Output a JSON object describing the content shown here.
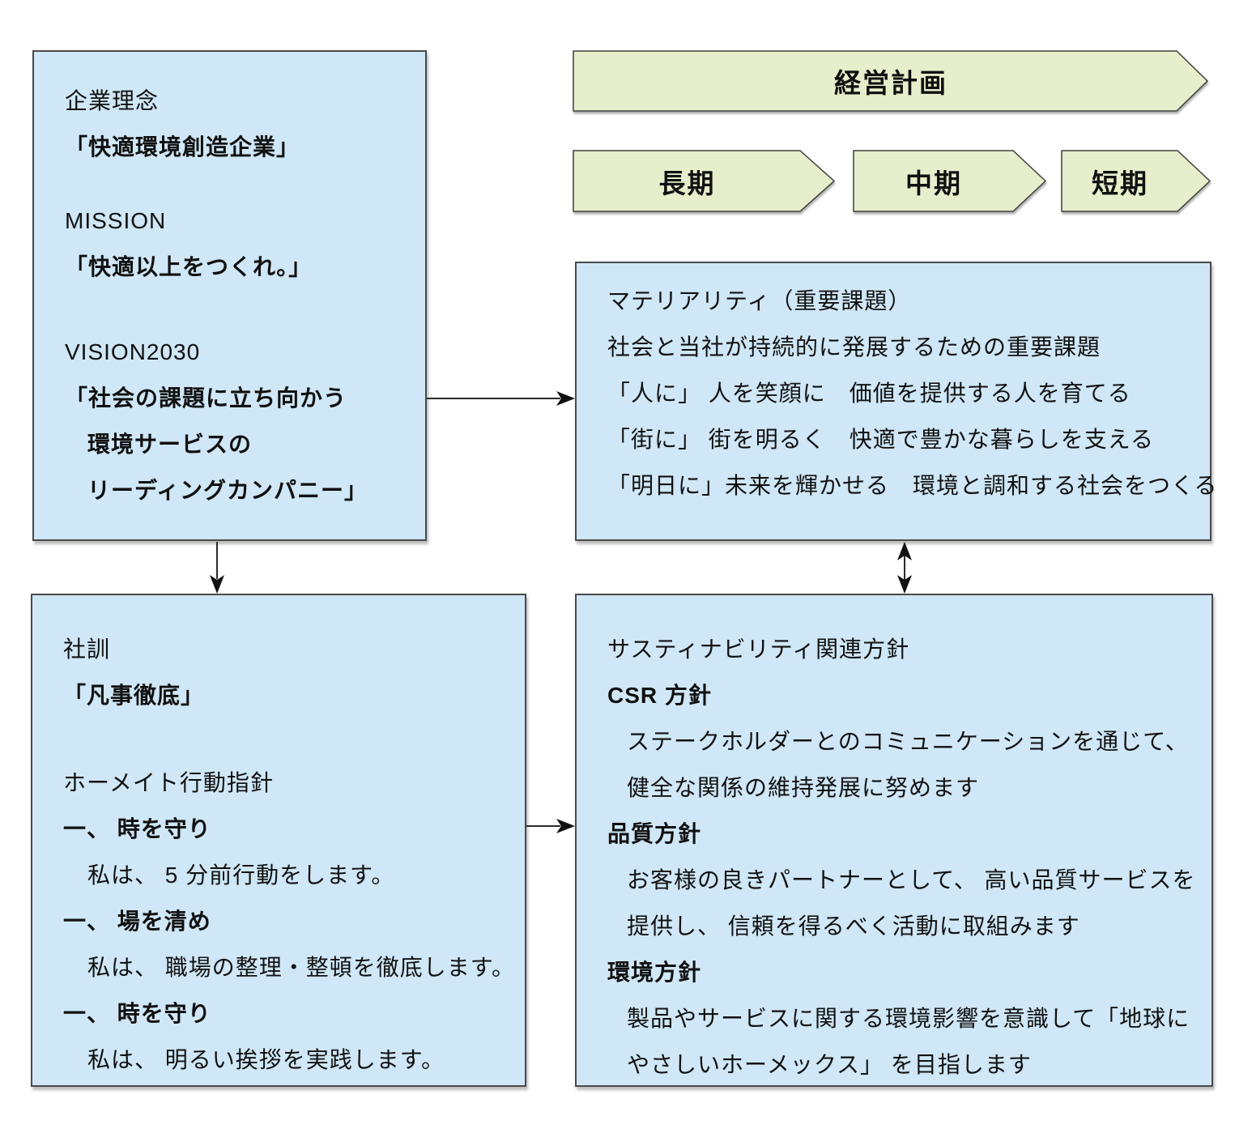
{
  "colors": {
    "box_fill": "#cfe7f6",
    "box_border": "#4a4a4a",
    "chevron_fill": "#e7eecb",
    "chevron_border": "#404040",
    "connector": "#2b2b2b"
  },
  "banner": {
    "label": "経営計画"
  },
  "phases": [
    {
      "label": "長期"
    },
    {
      "label": "中期"
    },
    {
      "label": "短期"
    }
  ],
  "philosophy": {
    "corporate_title": "企業理念",
    "corporate_motto": "「快適環境創造企業」",
    "mission_title": "MISSION",
    "mission_motto": "「快適以上をつくれ。」",
    "vision_title": "VISION2030",
    "vision_line1": "「社会の課題に立ち向かう",
    "vision_line2": "環境サービスの",
    "vision_line3": "リーディングカンパニー」"
  },
  "materiality": {
    "title": "マテリアリティ（重要課題）",
    "subtitle": "社会と当社が持続的に発展するための重要課題",
    "item1": "「人に」 人を笑顔に　価値を提供する人を育てる",
    "item2": "「街に」 街を明るく　快適で豊かな暮らしを支える",
    "item3": "「明日に」未来を輝かせる　環境と調和する社会をつくる"
  },
  "precepts": {
    "title": "社訓",
    "motto": "「凡事徹底」",
    "guideline_title": "ホーメイト行動指針",
    "items": [
      {
        "heading": "一、 時を守り",
        "body": "私は、 5 分前行動をします。"
      },
      {
        "heading": "一、 場を清め",
        "body": "私は、 職場の整理・整頓を徹底します。"
      },
      {
        "heading": "一、 時を守り",
        "body": "私は、 明るい挨拶を実践します。"
      }
    ]
  },
  "sustainability": {
    "title": "サスティナビリティ関連方針",
    "sections": [
      {
        "heading": "CSR 方針",
        "line1": "ステークホルダーとのコミュニケーションを通じて、",
        "line2": "健全な関係の維持発展に努めます"
      },
      {
        "heading": "品質方針",
        "line1": "お客様の良きパートナーとして、 高い品質サービスを",
        "line2": "提供し、 信頼を得るべく活動に取組みます"
      },
      {
        "heading": "環境方針",
        "line1": "製品やサービスに関する環境影響を意識して「地球に",
        "line2": "やさしいホーメックス」 を目指します"
      }
    ]
  }
}
